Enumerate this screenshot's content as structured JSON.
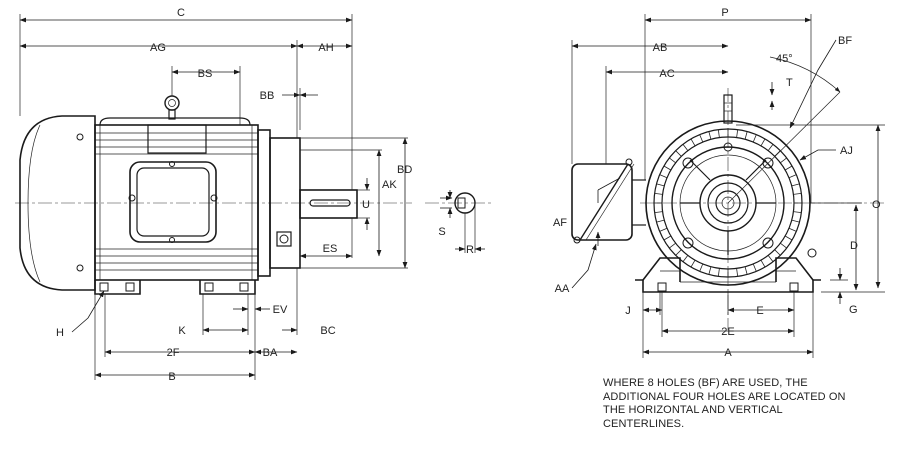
{
  "side_view": {
    "dims": {
      "C": "C",
      "AG": "AG",
      "AH": "AH",
      "BS": "BS",
      "BB": "BB",
      "BD": "BD",
      "AK": "AK",
      "U": "U",
      "ES": "ES",
      "H": "H",
      "K": "K",
      "EV": "EV",
      "BC": "BC",
      "2F": "2F",
      "BA": "BA",
      "B": "B"
    }
  },
  "key_detail": {
    "dims": {
      "S": "S",
      "R": "R"
    }
  },
  "end_view": {
    "dims": {
      "P": "P",
      "BF": "BF",
      "AB": "AB",
      "angle": "45°",
      "AC": "AC",
      "T": "T",
      "AJ": "AJ",
      "O": "O",
      "AF": "AF",
      "D": "D",
      "AA": "AA",
      "J": "J",
      "E": "E",
      "G": "G",
      "2E": "2E",
      "A": "A"
    }
  },
  "note": {
    "lines": [
      "WHERE 8 HOLES (BF) ARE USED, THE",
      "ADDITIONAL FOUR HOLES ARE LOCATED ON",
      "THE HORIZONTAL AND VERTICAL",
      "CENTERLINES."
    ]
  }
}
